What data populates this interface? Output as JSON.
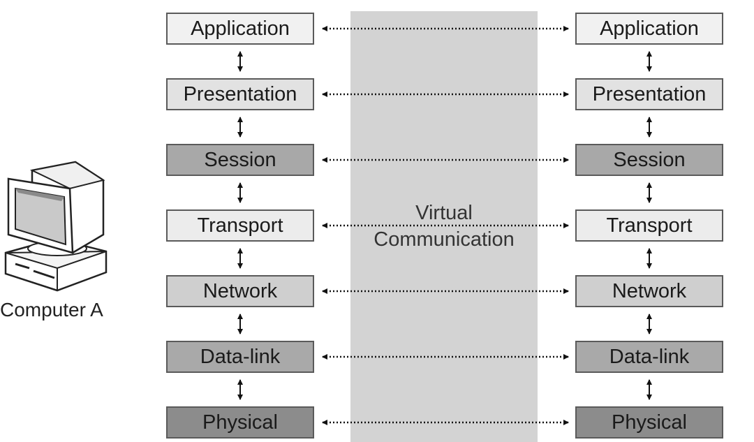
{
  "virtual_label": [
    "Virtual",
    "Communication"
  ],
  "computer_label": "Computer A",
  "layers": [
    {
      "name": "Application",
      "shade": "#f1f1f1"
    },
    {
      "name": "Presentation",
      "shade": "#e2e2e2"
    },
    {
      "name": "Session",
      "shade": "#a8a8a8"
    },
    {
      "name": "Transport",
      "shade": "#ececec"
    },
    {
      "name": "Network",
      "shade": "#cfcfcf"
    },
    {
      "name": "Data-link",
      "shade": "#a9a9a9"
    },
    {
      "name": "Physical",
      "shade": "#8c8c8c"
    }
  ]
}
